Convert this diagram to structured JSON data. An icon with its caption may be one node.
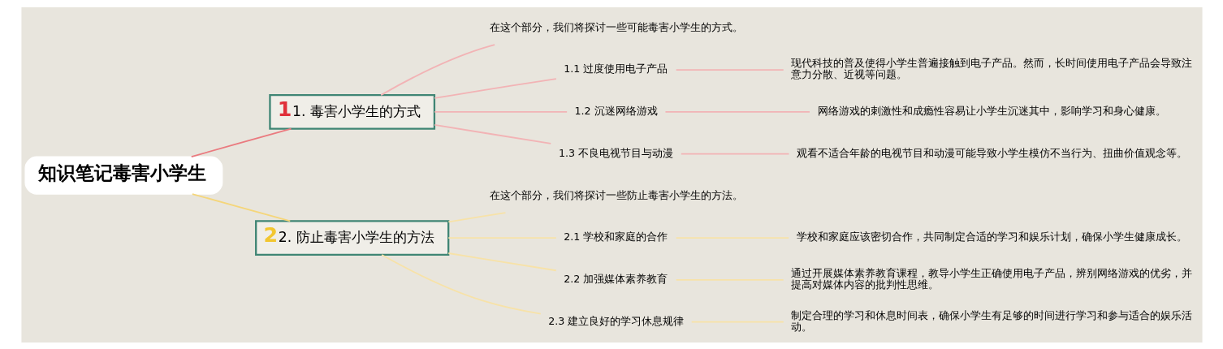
{
  "diagram": {
    "nodes": [
      {
        "text": [
          "知识笔记毒害小学生"
        ]
      },
      {
        "text": [
          "1",
          "1. 毒害小学生的方式"
        ]
      },
      {
        "text": [
          "在这个部分，我们将探讨一些可能毒害小学生的方式。"
        ]
      },
      {
        "text": [
          "1.1 过度使用电子产品"
        ]
      },
      {
        "text": [
          "现代科技的普及使得小学生普遍接触到电子产品。然而，长时间使用电子产品会导致注意力分散、近视等问题。"
        ]
      },
      {
        "text": [
          "1.2 沉迷网络游戏"
        ]
      },
      {
        "text": [
          "网络游戏的刺激性和成瘾性容易让小学生沉迷其中，影响学习和身心健康。"
        ]
      },
      {
        "text": [
          "1.3 不良电视节目与动漫"
        ]
      },
      {
        "text": [
          "观看不适合年龄的电视节目和动漫可能导致小学生模仿不当行为、扭曲价值观念等。"
        ]
      },
      {
        "text": [
          "2",
          "2. 防止毒害小学生的方法"
        ]
      },
      {
        "text": [
          "在这个部分，我们将探讨一些防止毒害小学生的方法。"
        ]
      },
      {
        "text": [
          "2.1 学校和家庭的合作"
        ]
      },
      {
        "text": [
          "学校和家庭应该密切合作，共同制定合适的学习和娱乐计划，确保小学生健康成长。"
        ]
      },
      {
        "text": [
          "2.2 加强媒体素养教育"
        ]
      },
      {
        "text": [
          "通过开展媒体素养教育课程，教导小学生正确使用电子产品，辨别网络游戏的优劣，并提高对媒体内容的批判性思维。"
        ]
      },
      {
        "text": [
          "2.3 建立良好的学习休息规律"
        ]
      },
      {
        "text": [
          "制定合理的学习和休息时间表，确保小学生有足够的时间进行学习和参与适合的娱乐活动。"
        ]
      }
    ],
    "edges": [
      {
        "from": 0,
        "to": 1,
        "arrow": "none",
        "color": "#ea7a7f"
      },
      {
        "from": 1,
        "to": 2,
        "arrow": "none",
        "color": "#f2b3b5"
      },
      {
        "from": 1,
        "to": 3,
        "arrow": "none",
        "color": "#f2b3b5"
      },
      {
        "from": 3,
        "to": 4,
        "arrow": "none",
        "color": "#f2b3b5"
      },
      {
        "from": 1,
        "to": 5,
        "arrow": "none",
        "color": "#f2b3b5"
      },
      {
        "from": 5,
        "to": 6,
        "arrow": "none",
        "color": "#f2b3b5"
      },
      {
        "from": 1,
        "to": 7,
        "arrow": "none",
        "color": "#f2b3b5"
      },
      {
        "from": 7,
        "to": 8,
        "arrow": "none",
        "color": "#f2b3b5"
      },
      {
        "from": 0,
        "to": 9,
        "arrow": "none",
        "color": "#f5d67a"
      },
      {
        "from": 9,
        "to": 10,
        "arrow": "none",
        "color": "#f7e2a8"
      },
      {
        "from": 9,
        "to": 11,
        "arrow": "none",
        "color": "#f7e2a8"
      },
      {
        "from": 11,
        "to": 12,
        "arrow": "none",
        "color": "#f7e2a8"
      },
      {
        "from": 9,
        "to": 13,
        "arrow": "none",
        "color": "#f7e2a8"
      },
      {
        "from": 13,
        "to": 14,
        "arrow": "none",
        "color": "#f7e2a8"
      },
      {
        "from": 9,
        "to": 15,
        "arrow": "none",
        "color": "#f7e2a8"
      },
      {
        "from": 15,
        "to": 16,
        "arrow": "none",
        "color": "#f7e2a8"
      }
    ]
  }
}
